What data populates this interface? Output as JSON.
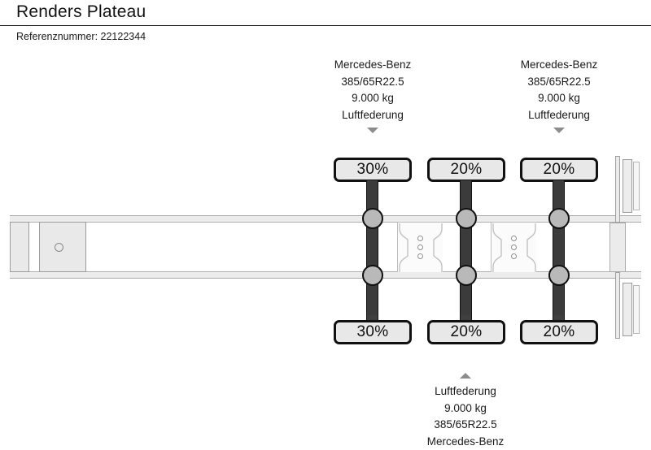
{
  "header": {
    "title": "Renders Plateau",
    "reference_label": "Referenznummer: 22122344"
  },
  "diagram": {
    "type": "semi-trailer-axle-load-diagram",
    "top_specs": [
      {
        "id": "axle-1-spec-top",
        "brand": "Mercedes-Benz",
        "tyre": "385/65R22.5",
        "capacity": "9.000 kg",
        "suspension": "Luftfederung",
        "caret": "down"
      },
      {
        "id": "axle-3-spec-top",
        "brand": "Mercedes-Benz",
        "tyre": "385/65R22.5",
        "capacity": "9.000 kg",
        "suspension": "Luftfederung",
        "caret": "down"
      }
    ],
    "bottom_specs": [
      {
        "id": "axle-2-spec-bottom",
        "caret": "up",
        "suspension": "Luftfederung",
        "capacity": "9.000 kg",
        "tyre": "385/65R22.5",
        "brand": "Mercedes-Benz"
      }
    ],
    "load_percentages_top": [
      {
        "id": "axle-1-top",
        "value": "30%"
      },
      {
        "id": "axle-2-top",
        "value": "20%"
      },
      {
        "id": "axle-3-top",
        "value": "20%"
      }
    ],
    "load_percentages_bottom": [
      {
        "id": "axle-1-bottom",
        "value": "30%"
      },
      {
        "id": "axle-2-bottom",
        "value": "20%"
      },
      {
        "id": "axle-3-bottom",
        "value": "20%"
      }
    ],
    "colors": {
      "axle_bar": "#3b3b3b",
      "hub": "#b9b9b9",
      "pill_fill": "#e8e8e8",
      "pill_border": "#111111",
      "chassis_rail": "#ececec",
      "caret": "#8c8c8c",
      "background": "#ffffff"
    }
  }
}
